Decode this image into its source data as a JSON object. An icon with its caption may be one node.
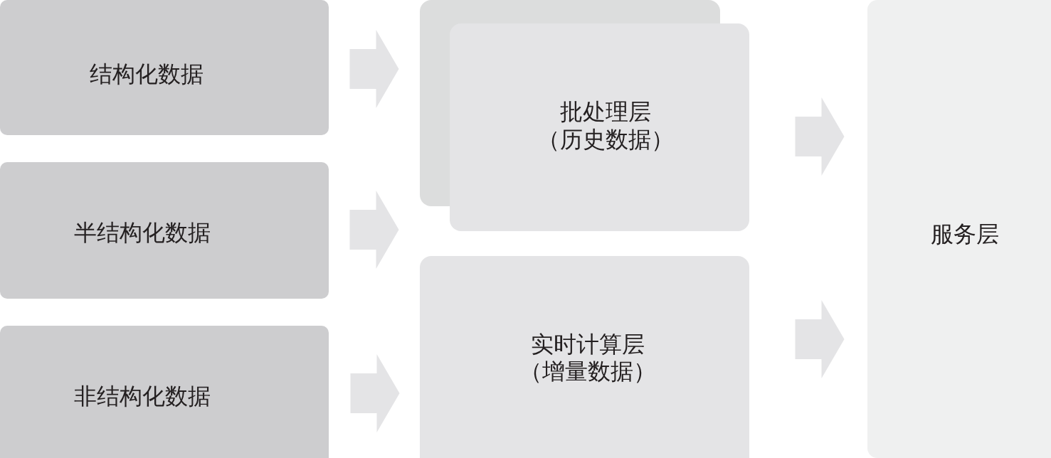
{
  "diagram": {
    "nodes": [
      {
        "text": [
          "结构化数据"
        ]
      },
      {
        "text": [
          "半结构化数据"
        ]
      },
      {
        "text": [
          "非结构化数据"
        ]
      },
      {
        "text": [
          "批处理层",
          "（历史数据）"
        ]
      },
      {
        "text": [
          "实时计算层",
          "（增量数据）"
        ]
      },
      {
        "text": [
          "服务层"
        ]
      }
    ],
    "edges": [
      {
        "from": 0,
        "to": 3,
        "arrow": "to"
      },
      {
        "from": 1,
        "to": 3,
        "arrow": "to"
      },
      {
        "from": 2,
        "to": 4,
        "arrow": "to"
      },
      {
        "from": 3,
        "to": 5,
        "arrow": "to"
      },
      {
        "from": 4,
        "to": 5,
        "arrow": "to"
      }
    ]
  }
}
